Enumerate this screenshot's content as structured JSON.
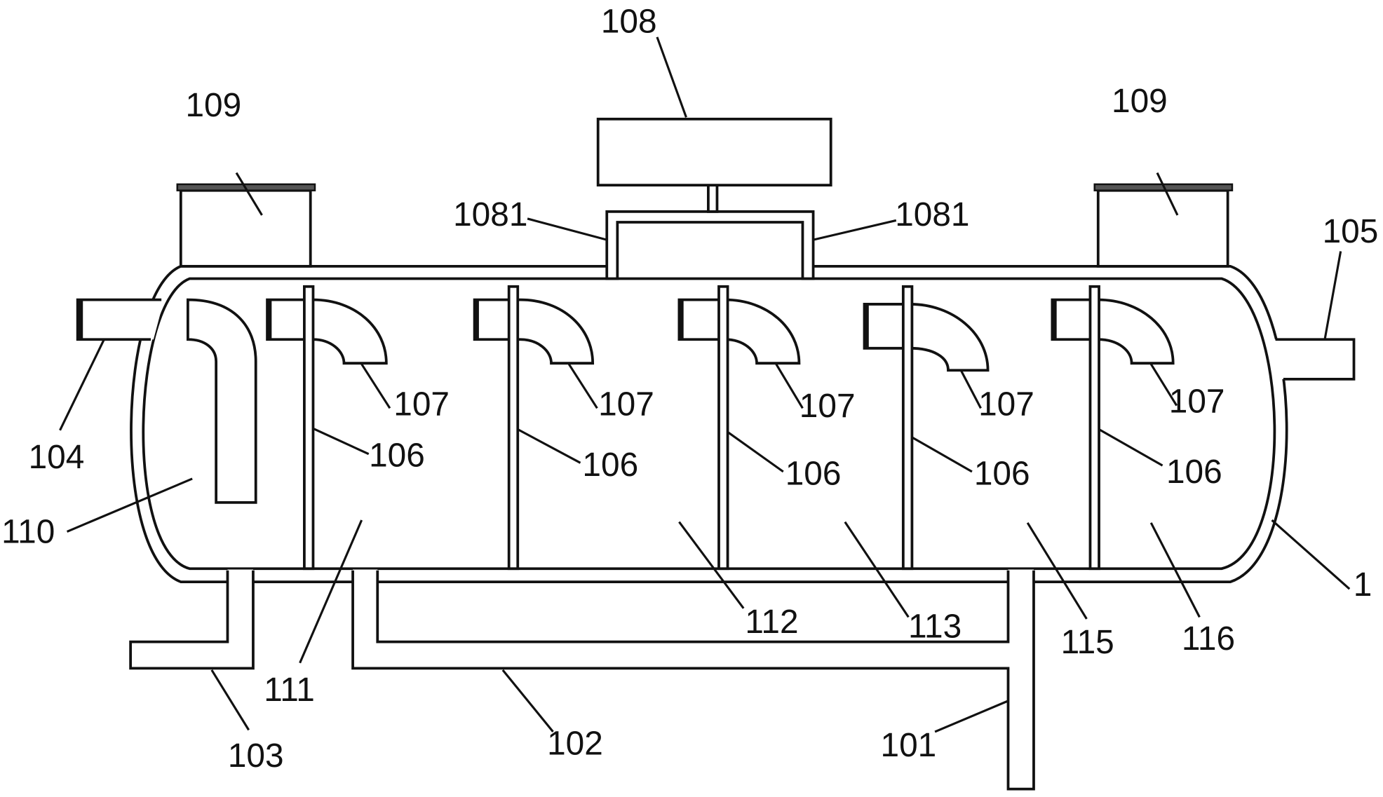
{
  "colors": {
    "line": "#111111",
    "background": "#ffffff"
  },
  "callouts": [
    "108",
    "109",
    "109",
    "1081",
    "1081",
    "105",
    "104",
    "110",
    "107",
    "107",
    "107",
    "107",
    "107",
    "106",
    "106",
    "106",
    "106",
    "106",
    "111",
    "112",
    "113",
    "115",
    "116",
    "1",
    "103",
    "102",
    "101"
  ]
}
